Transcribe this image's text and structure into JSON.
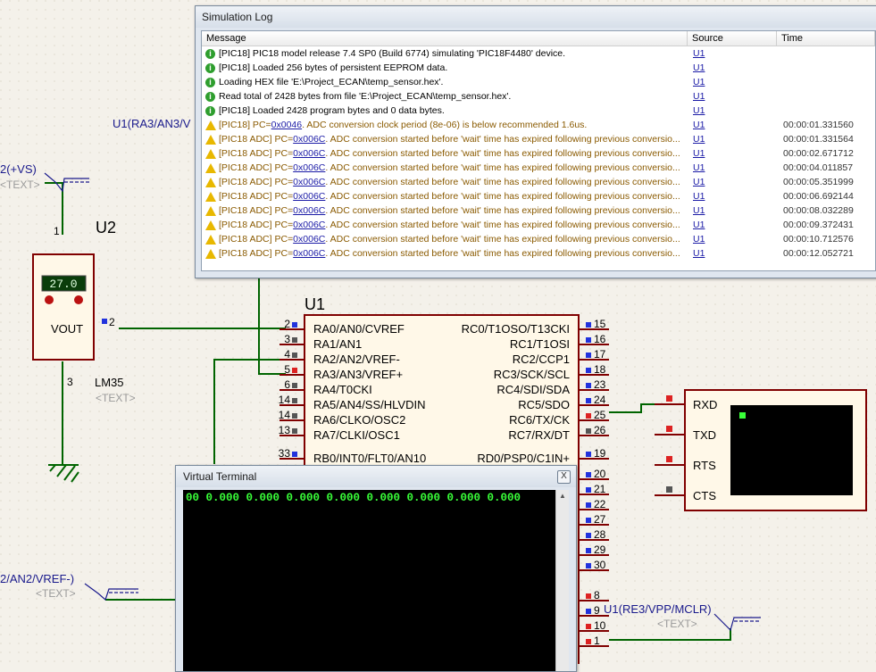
{
  "schematic": {
    "u1_ref": "U1",
    "u2_ref": "U2",
    "u2_part": "LM35",
    "u2_display": "27.0",
    "u2_vout": "VOUT",
    "u2_pins": {
      "top": "1",
      "out": "2",
      "gnd": "3"
    },
    "text_placeholder": "<TEXT>",
    "net_vs": "2(+VS)",
    "net_ra3": "U1(RA3/AN3/V",
    "net_ra2": "2/AN2/VREF-)",
    "net_mclr": "U1(RE3/VPP/MCLR)",
    "left_pins": [
      {
        "num": "2",
        "label": "RA0/AN0/CVREF"
      },
      {
        "num": "3",
        "label": "RA1/AN1"
      },
      {
        "num": "4",
        "label": "RA2/AN2/VREF-"
      },
      {
        "num": "5",
        "label": "RA3/AN3/VREF+"
      },
      {
        "num": "6",
        "label": "RA4/T0CKI"
      },
      {
        "num": "14",
        "label": "RA5/AN4/SS/HLVDIN"
      },
      {
        "num": "14",
        "label": "RA6/CLKO/OSC2"
      },
      {
        "num": "13",
        "label": "RA7/CLKI/OSC1"
      },
      {
        "num": "33",
        "label": "RB0/INT0/FLT0/AN10"
      }
    ],
    "right_pins": [
      {
        "num": "15",
        "label": "RC0/T1OSO/T13CKI"
      },
      {
        "num": "16",
        "label": "RC1/T1OSI"
      },
      {
        "num": "17",
        "label": "RC2/CCP1"
      },
      {
        "num": "18",
        "label": "RC3/SCK/SCL"
      },
      {
        "num": "23",
        "label": "RC4/SDI/SDA"
      },
      {
        "num": "24",
        "label": "RC5/SDO"
      },
      {
        "num": "25",
        "label": "RC6/TX/CK"
      },
      {
        "num": "26",
        "label": "RC7/RX/DT"
      },
      {
        "num": "19",
        "label": "RD0/PSP0/C1IN+"
      }
    ],
    "right_pins_lower": [
      "20",
      "21",
      "22",
      "27",
      "28",
      "29",
      "30",
      "8",
      "9",
      "10",
      "1"
    ],
    "terminal_pins": [
      "RXD",
      "TXD",
      "RTS",
      "CTS"
    ]
  },
  "simlog": {
    "title": "Simulation Log",
    "columns": {
      "message": "Message",
      "source": "Source",
      "time": "Time"
    },
    "rows": [
      {
        "type": "info",
        "text": "[PIC18] PIC18 model release 7.4 SP0 (Build 6774) simulating 'PIC18F4480' device.",
        "addr": "",
        "rest": "",
        "source": "U1",
        "time": ""
      },
      {
        "type": "info",
        "text": "[PIC18] Loaded 256 bytes of persistent EEPROM data.",
        "addr": "",
        "rest": "",
        "source": "U1",
        "time": ""
      },
      {
        "type": "info",
        "text": "Loading HEX file 'E:\\Project_ECAN\\temp_sensor.hex'.",
        "addr": "",
        "rest": "",
        "source": "U1",
        "time": ""
      },
      {
        "type": "info",
        "text": "Read total of 2428 bytes from file 'E:\\Project_ECAN\\temp_sensor.hex'.",
        "addr": "",
        "rest": "",
        "source": "U1",
        "time": ""
      },
      {
        "type": "info",
        "text": "[PIC18] Loaded 2428 program bytes and 0 data bytes.",
        "addr": "",
        "rest": "",
        "source": "U1",
        "time": ""
      },
      {
        "type": "warn",
        "text": "[PIC18] PC=",
        "addr": "0x0046",
        "rest": ". ADC conversion clock period (8e-06) is below recommended 1.6us.",
        "source": "U1",
        "time": "00:00:01.331560"
      },
      {
        "type": "warn",
        "text": "[PIC18 ADC] PC=",
        "addr": "0x006C",
        "rest": ". ADC conversion started before 'wait' time has expired following previous conversio...",
        "source": "U1",
        "time": "00:00:01.331564"
      },
      {
        "type": "warn",
        "text": "[PIC18 ADC] PC=",
        "addr": "0x006C",
        "rest": ". ADC conversion started before 'wait' time has expired following previous conversio...",
        "source": "U1",
        "time": "00:00:02.671712"
      },
      {
        "type": "warn",
        "text": "[PIC18 ADC] PC=",
        "addr": "0x006C",
        "rest": ". ADC conversion started before 'wait' time has expired following previous conversio...",
        "source": "U1",
        "time": "00:00:04.011857"
      },
      {
        "type": "warn",
        "text": "[PIC18 ADC] PC=",
        "addr": "0x006C",
        "rest": ". ADC conversion started before 'wait' time has expired following previous conversio...",
        "source": "U1",
        "time": "00:00:05.351999"
      },
      {
        "type": "warn",
        "text": "[PIC18 ADC] PC=",
        "addr": "0x006C",
        "rest": ". ADC conversion started before 'wait' time has expired following previous conversio...",
        "source": "U1",
        "time": "00:00:06.692144"
      },
      {
        "type": "warn",
        "text": "[PIC18 ADC] PC=",
        "addr": "0x006C",
        "rest": ". ADC conversion started before 'wait' time has expired following previous conversio...",
        "source": "U1",
        "time": "00:00:08.032289"
      },
      {
        "type": "warn",
        "text": "[PIC18 ADC] PC=",
        "addr": "0x006C",
        "rest": ". ADC conversion started before 'wait' time has expired following previous conversio...",
        "source": "U1",
        "time": "00:00:09.372431"
      },
      {
        "type": "warn",
        "text": "[PIC18 ADC] PC=",
        "addr": "0x006C",
        "rest": ". ADC conversion started before 'wait' time has expired following previous conversio...",
        "source": "U1",
        "time": "00:00:10.712576"
      },
      {
        "type": "warn",
        "text": "[PIC18 ADC] PC=",
        "addr": "0x006C",
        "rest": ". ADC conversion started before 'wait' time has expired following previous conversio...",
        "source": "U1",
        "time": "00:00:12.052721"
      }
    ]
  },
  "vterm": {
    "title": "Virtual Terminal",
    "close_label": "X",
    "output": "00 0.000 0.000 0.000 0.000 0.000 0.000 0.000 0.000"
  },
  "colors": {
    "wire": "#006400",
    "body": "#800000",
    "fill": "#fff8e8",
    "pin_blue": "#2233dd",
    "pin_red": "#dd2222"
  }
}
